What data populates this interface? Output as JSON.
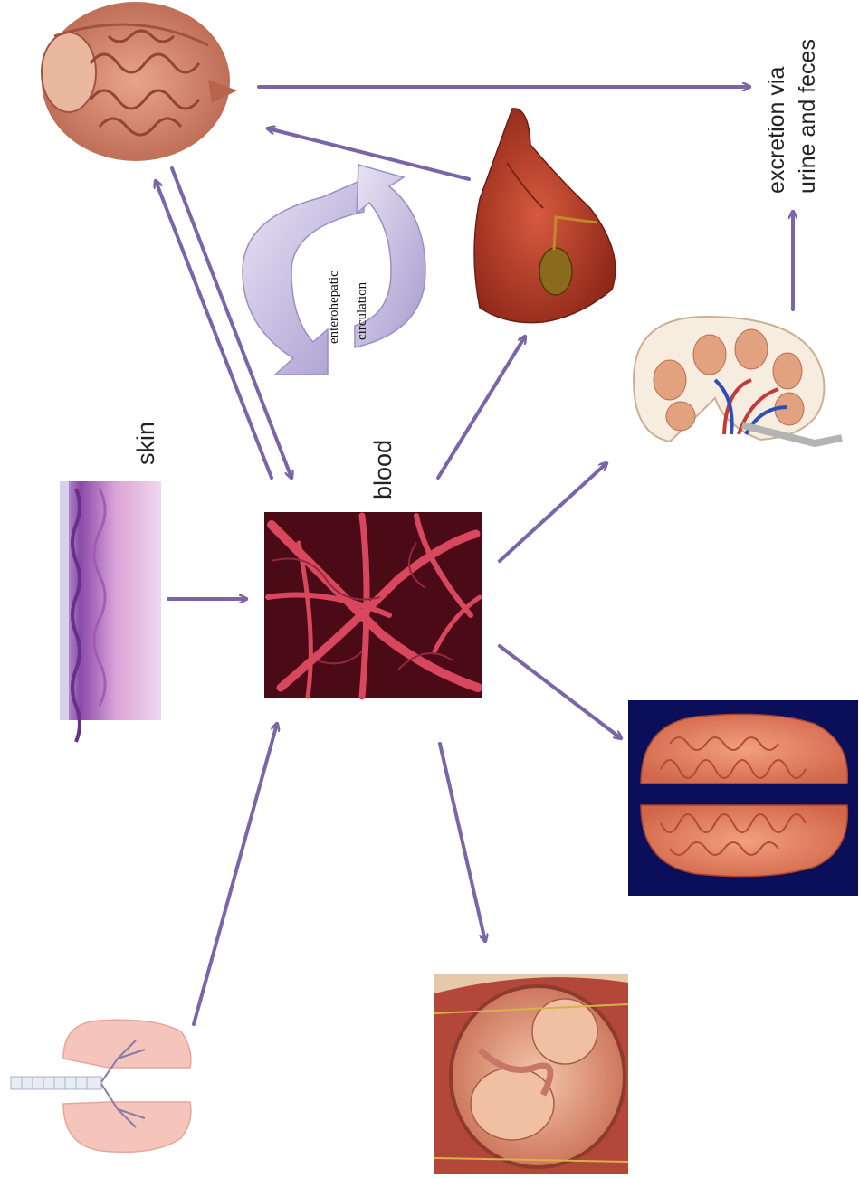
{
  "labels": {
    "skin": "skin",
    "blood": "blood",
    "excretion_line1": "excretion via",
    "excretion_line2": "urine and feces",
    "entero_line1": "enterohepatic",
    "entero_line2": "circulation"
  },
  "icons": {
    "intestines": "intestines-icon",
    "liver": "liver-gallbladder-icon",
    "skin": "skin-tissue-icon",
    "blood": "blood-vessels-icon",
    "kidney": "kidney-icon",
    "brain": "brain-icon",
    "lungs": "lungs-icon",
    "fetus": "fetus-in-womb-icon"
  },
  "colors": {
    "arrow": "#7b64a8",
    "cycle_arrow": "#c9c2e2",
    "brain_background": "#0b0f5a",
    "tissue": "#d88a6e",
    "blood": "#7a1424",
    "liver": "#b03a26"
  }
}
